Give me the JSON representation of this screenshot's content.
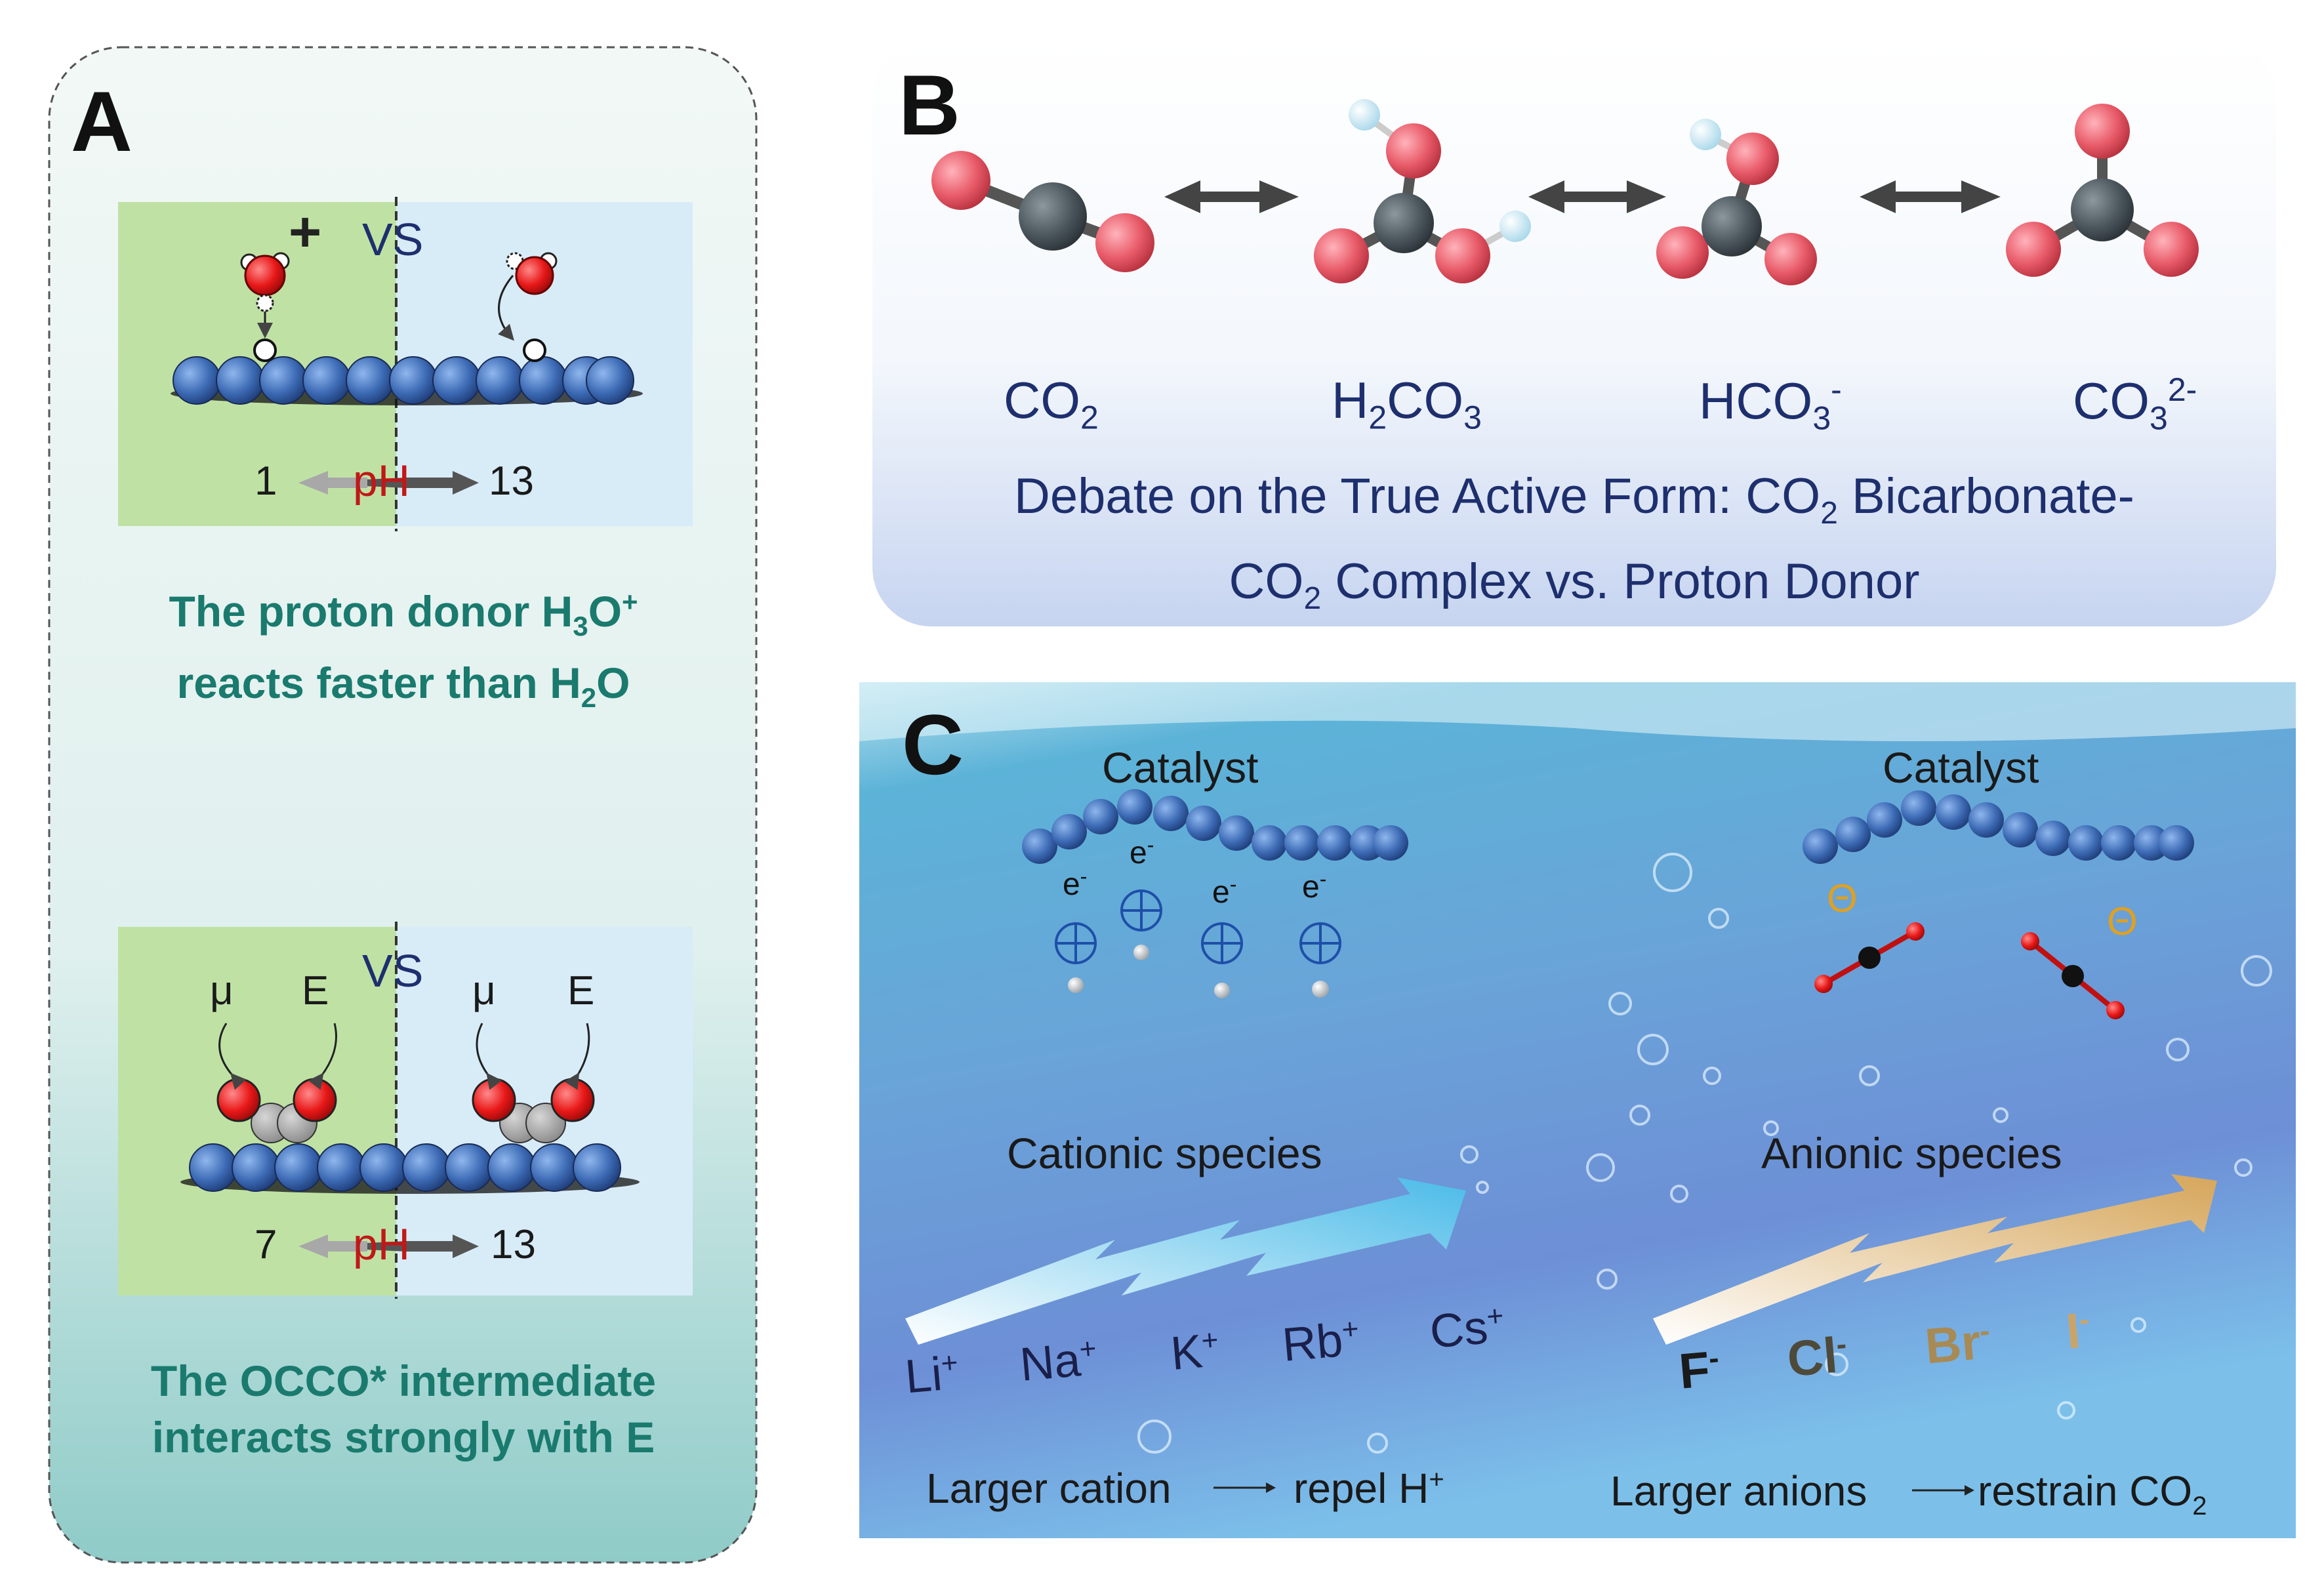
{
  "panel_a": {
    "letter": "A",
    "top": {
      "vs": "VS",
      "plus": "+",
      "ph_low": "1",
      "ph_label": "pH",
      "ph_high": "13"
    },
    "caption_top": {
      "line1_pre": "The proton donor H",
      "line1_sub": "3",
      "line1_mid": "O",
      "line1_sup": "+",
      "line2_pre": "reacts faster than H",
      "line2_sub": "2",
      "line2_post": "O"
    },
    "bottom": {
      "vs": "VS",
      "mu_left": "μ",
      "e_left": "E",
      "mu_right": "μ",
      "e_right": "E",
      "ph_low": "7",
      "ph_label": "pH",
      "ph_high": "13"
    },
    "caption_bottom": {
      "line1": "The OCCO* intermediate",
      "line2": "interacts strongly with E"
    }
  },
  "panel_b": {
    "letter": "B",
    "species": [
      {
        "main": "CO",
        "sub": "2",
        "sup": ""
      },
      {
        "pre": "H",
        "sub1": "2",
        "main": "CO",
        "sub": "3",
        "sup": ""
      },
      {
        "main": "HCO",
        "sub": "3",
        "sup": "-"
      },
      {
        "main": "CO",
        "sub": "3",
        "sup": "2-"
      }
    ],
    "debate_line1_pre": "Debate on the True Active Form: CO",
    "debate_line1_sub": "2",
    "debate_line1_post": " Bicarbonate-",
    "debate_line2_pre": "CO",
    "debate_line2_sub": "2",
    "debate_line2_post": " Complex vs. Proton Donor"
  },
  "panel_c": {
    "letter": "C",
    "left": {
      "catalyst": "Catalyst",
      "electron": "e",
      "electron_sup": "-",
      "species_title": "Cationic species",
      "ions": [
        {
          "base": "Li",
          "sup": "+"
        },
        {
          "base": "Na",
          "sup": "+"
        },
        {
          "base": "K",
          "sup": "+"
        },
        {
          "base": "Rb",
          "sup": "+"
        },
        {
          "base": "Cs",
          "sup": "+"
        }
      ],
      "bottom_pre": "Larger cation",
      "bottom_post": "repel H",
      "bottom_sup": "+"
    },
    "right": {
      "catalyst": "Catalyst",
      "anion_symbol": "Θ",
      "species_title": "Anionic species",
      "ions": [
        {
          "base": "F",
          "sup": "-"
        },
        {
          "base": "Cl",
          "sup": "-"
        },
        {
          "base": "Br",
          "sup": "-"
        },
        {
          "base": "I",
          "sup": "-"
        }
      ],
      "bottom_pre": "Larger anions",
      "bottom_post": "restrain CO",
      "bottom_sub": "2"
    }
  },
  "colors": {
    "green": "#bfe2a4",
    "lightblue": "#d8ecf8",
    "teal": "#1a7a6e",
    "navy": "#1e2f6e",
    "atom_blue": "#3f6db3",
    "oxygen": "#e02020",
    "carbon": "#4f5a62"
  }
}
